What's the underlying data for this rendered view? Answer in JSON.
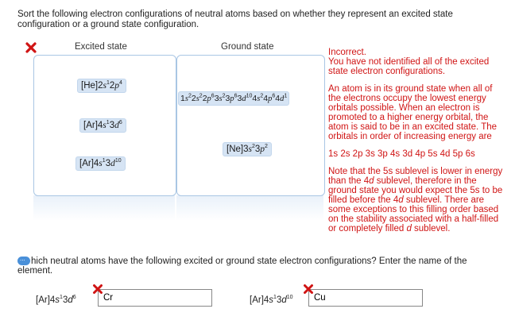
{
  "prompt": "Sort the following electron configurations of neutral atoms based on whether they represent an excited state configuration or a ground state configuration.",
  "icons": {
    "incorrect": "red-x-icon",
    "hint": "speech-bubble-icon"
  },
  "colors": {
    "error": "#d01414",
    "chip": "#d6e4f4",
    "panel_border": "#a9c6e4"
  },
  "sorting": {
    "excited_header": "Excited state",
    "ground_header": "Ground state"
  },
  "feedback": {
    "status": "Incorrect.",
    "message": "You have not identified all of the excited state electron configurations.",
    "explanation": "An atom is in its ground state when all of the electrons occupy the lowest energy orbitals possible. When an electron is promoted to a higher energy orbital, the atom is said to be in an excited state. The orbitals in order of increasing energy are",
    "order": "1s 2s 2p 3s 3p 4s 3d 4p 5s 4d 5p 6s",
    "note_a": "Note that the 5s sublevel is lower in energy than the 4",
    "note_a_italic": "d",
    "note_b": " sublevel, therefore in the ground state you would expect the 5s to be filled before the 4",
    "note_b_italic": "d",
    "note_c": " sublevel. There are some exceptions to this filling order based on the stability associated with a half-filled or completely filled ",
    "note_c_italic": "d",
    "note_d": " sublevel."
  },
  "question2": "hich neutral atoms have the following excited or ground state electron configurations? Enter the name of the element.",
  "answers": [
    {
      "value": "Cr"
    },
    {
      "value": "Cu"
    }
  ]
}
